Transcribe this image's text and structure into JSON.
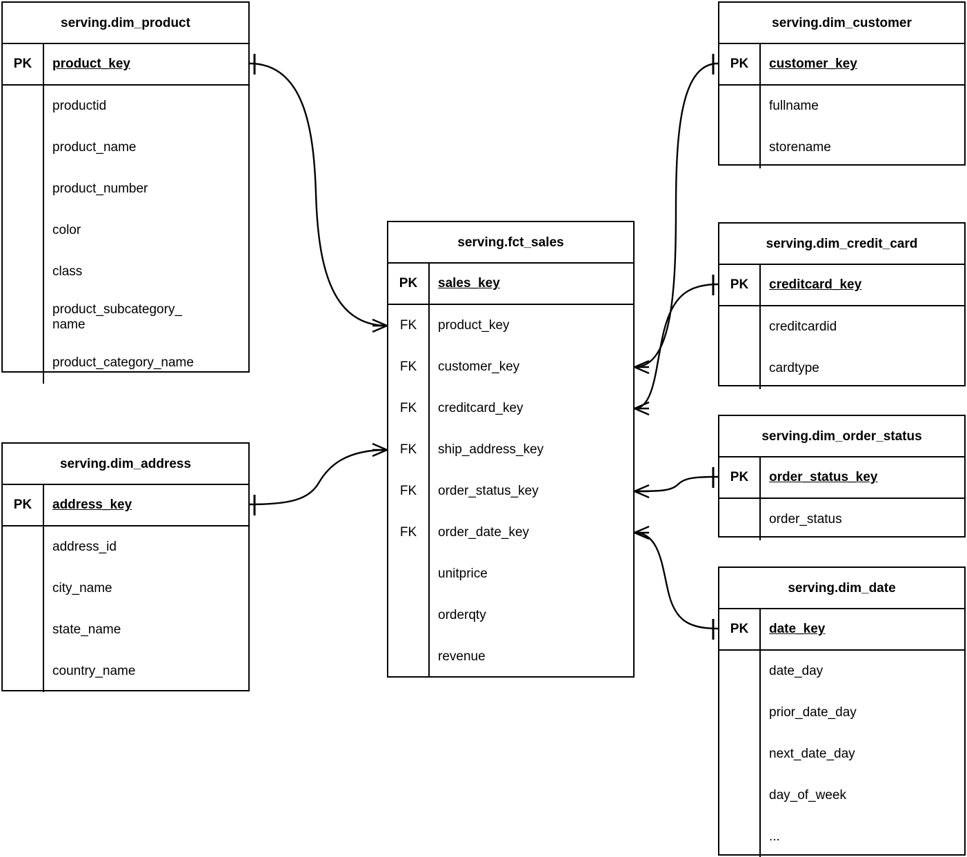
{
  "diagram": {
    "type": "entity-relationship-diagram",
    "notation": "crow's-foot",
    "line_color": "#000000",
    "background_color": "#ffffff",
    "key_label_pk": "PK",
    "key_label_fk": "FK"
  },
  "entities": [
    {
      "id": "dim_product",
      "title": "serving.dim_product",
      "pk_label": "PK",
      "pk_name": "product_key",
      "attributes": [
        "productid",
        "product_name",
        "product_number",
        "color",
        "class",
        "product_subcategory_\nname",
        "product_category_name"
      ]
    },
    {
      "id": "dim_address",
      "title": "serving.dim_address",
      "pk_label": "PK",
      "pk_name": "address_key",
      "attributes": [
        "address_id",
        "city_name",
        "state_name",
        "country_name"
      ]
    },
    {
      "id": "fct_sales",
      "title": "serving.fct_sales",
      "pk_label": "PK",
      "pk_name": "sales_key",
      "columns": [
        {
          "key": "FK",
          "name": "product_key"
        },
        {
          "key": "FK",
          "name": "customer_key"
        },
        {
          "key": "FK",
          "name": "creditcard_key"
        },
        {
          "key": "FK",
          "name": "ship_address_key"
        },
        {
          "key": "FK",
          "name": "order_status_key"
        },
        {
          "key": "FK",
          "name": "order_date_key"
        },
        {
          "key": "",
          "name": "unitprice"
        },
        {
          "key": "",
          "name": "orderqty"
        },
        {
          "key": "",
          "name": "revenue"
        }
      ]
    },
    {
      "id": "dim_customer",
      "title": "serving.dim_customer",
      "pk_label": "PK",
      "pk_name": "customer_key",
      "attributes": [
        "fullname",
        "storename"
      ]
    },
    {
      "id": "dim_credit_card",
      "title": "serving.dim_credit_card",
      "pk_label": "PK",
      "pk_name": "creditcard_key",
      "attributes": [
        "creditcardid",
        "cardtype"
      ]
    },
    {
      "id": "dim_order_status",
      "title": "serving.dim_order_status",
      "pk_label": "PK",
      "pk_name": "order_status_key",
      "attributes": [
        "order_status"
      ]
    },
    {
      "id": "dim_date",
      "title": "serving.dim_date",
      "pk_label": "PK",
      "pk_name": "date_key",
      "attributes": [
        "date_day",
        "prior_date_day",
        "next_date_day",
        "day_of_week",
        "..."
      ]
    }
  ],
  "relationships": [
    {
      "id": "rel-product",
      "from": "dim_product.product_key",
      "to": "fct_sales.product_key",
      "from_cardinality": "one",
      "to_cardinality": "many"
    },
    {
      "id": "rel-address",
      "from": "dim_address.address_key",
      "to": "fct_sales.ship_address_key",
      "from_cardinality": "one",
      "to_cardinality": "many"
    },
    {
      "id": "rel-customer",
      "from": "dim_customer.customer_key",
      "to": "fct_sales.customer_key",
      "from_cardinality": "one",
      "to_cardinality": "many"
    },
    {
      "id": "rel-creditcard",
      "from": "dim_credit_card.creditcard_key",
      "to": "fct_sales.creditcard_key",
      "from_cardinality": "one",
      "to_cardinality": "many"
    },
    {
      "id": "rel-order-status",
      "from": "dim_order_status.order_status_key",
      "to": "fct_sales.order_status_key",
      "from_cardinality": "one",
      "to_cardinality": "many"
    },
    {
      "id": "rel-date",
      "from": "dim_date.date_key",
      "to": "fct_sales.order_date_key",
      "from_cardinality": "one",
      "to_cardinality": "many"
    }
  ]
}
